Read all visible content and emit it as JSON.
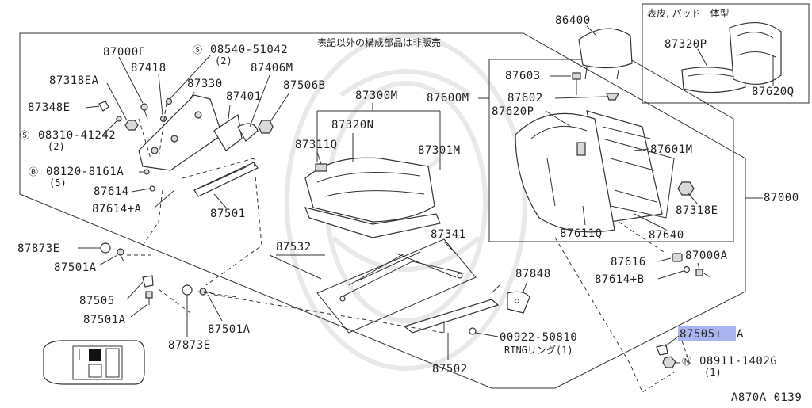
{
  "notice_jp": "表記以外の構成部品は非販売",
  "inset_title": "表皮, パッド一体型",
  "figure_code": "A870A 0139",
  "highlight_color": "#aab4f0",
  "labels": {
    "p86400": "86400",
    "p87320p": "87320P",
    "p87620q": "87620Q",
    "p87000f": "87000F",
    "p08540": "08540-51042",
    "p08540_qty": "(2)",
    "p87418": "87418",
    "p87406m": "87406M",
    "p87318ea": "87318EA",
    "p87330": "87330",
    "p87506b": "87506B",
    "p87401": "87401",
    "p87348e": "87348E",
    "p08310": "08310-41242",
    "p08310_qty": "(2)",
    "p08120": "08120-8161A",
    "p08120_qty": "(5)",
    "p87614": "87614",
    "p87614a": "87614+A",
    "p87501": "87501",
    "p87300m": "87300M",
    "p87320n": "87320N",
    "p87311q": "87311Q",
    "p87301m": "87301M",
    "p87600m": "87600M",
    "p87603": "87603",
    "p87602": "87602",
    "p87620p": "87620P",
    "p87601m": "87601M",
    "p87318e": "87318E",
    "p87000": "87000",
    "p87611q": "87611Q",
    "p87640": "87640",
    "p87873e_l": "87873E",
    "p87501a_1": "87501A",
    "p87532": "87532",
    "p87341": "87341",
    "p87505": "87505",
    "p87501a_2": "87501A",
    "p87501a_3": "87501A",
    "p87873e_b": "87873E",
    "p87848": "87848",
    "p00922": "00922-50810",
    "ring": "RINGリング(1)",
    "p87502": "87502",
    "p87616": "87616",
    "p87000a": "87000A",
    "p87614b": "87614+B",
    "p87505a_main": "87505+",
    "p87505a_suffix": "A",
    "p08911": "08911-1402G",
    "p08911_qty": "(1)"
  }
}
